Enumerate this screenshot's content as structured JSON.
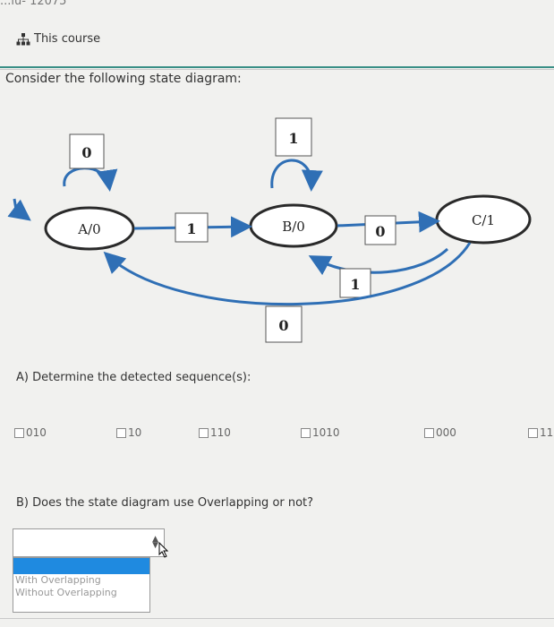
{
  "top_cut_text": "...iu- 12075",
  "breadcrumb": {
    "label": "This course",
    "icon": "sitemap-icon"
  },
  "question_intro": "Consider the following state diagram:",
  "diagram": {
    "states": {
      "a": "A/0",
      "b": "B/0",
      "c": "C/1"
    },
    "edges": {
      "a_self": "0",
      "a_to_b": "1",
      "b_self": "1",
      "b_to_c": "0",
      "c_to_b": "1",
      "c_to_a": "0"
    }
  },
  "part_a": {
    "prompt": "A) Determine the detected sequence(s):",
    "options": [
      "010",
      "10",
      "110",
      "1010",
      "000",
      "11"
    ]
  },
  "part_b": {
    "prompt": "B) Does the state diagram use Overlapping or not?",
    "options": [
      "With Overlapping",
      "Without Overlapping"
    ]
  },
  "colors": {
    "accent_green": "#3a8f86",
    "arrow_blue": "#2f6fb5",
    "selection_blue": "#1f8ae0"
  }
}
